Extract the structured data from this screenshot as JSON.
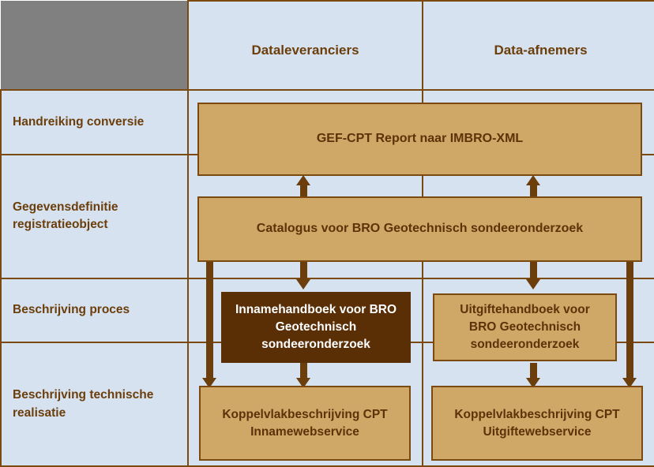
{
  "diagram": {
    "title_corner": "",
    "columns": [
      {
        "id": "dataleveranciers",
        "label": "Dataleveranciers"
      },
      {
        "id": "data-afnemers",
        "label": "Data-afnemers"
      }
    ],
    "rows": [
      {
        "id": "handreiking-conversie",
        "label": "Handreiking conversie"
      },
      {
        "id": "gegevensdefinitie-registratieobject",
        "label": "Gegevensdefinitie registratieobject"
      },
      {
        "id": "beschrijving-proces",
        "label": "Beschrijving proces"
      },
      {
        "id": "beschrijving-technische-realisatie",
        "label": "Beschrijving technische realisatie"
      }
    ],
    "boxes": [
      {
        "id": "gef-cpt-report",
        "text": "GEF-CPT Report naar IMBRO-XML",
        "style": "tan"
      },
      {
        "id": "catalogus",
        "text": "Catalogus voor BRO Geotechnisch sondeeronderzoek",
        "style": "tan"
      },
      {
        "id": "innamehandboek",
        "text": "Innamehandboek voor BRO Geotechnisch sondeeronderzoek",
        "style": "dark"
      },
      {
        "id": "uitgiftehandboek",
        "text": "Uitgiftehandboek voor BRO Geotechnisch sondeeronderzoek",
        "style": "tan"
      },
      {
        "id": "koppelvlak-inname",
        "text": "Koppelvlakbeschrijving CPT Innamewebservice",
        "style": "tan"
      },
      {
        "id": "koppelvlak-uitgifte",
        "text": "Koppelvlakbeschrijving CPT Uitgiftewebservice",
        "style": "tan"
      }
    ],
    "colors": {
      "corner": "#808080",
      "cell_background": "#d6e2ef",
      "box_tan": "#cfa767",
      "box_dark": "#5a2f06",
      "border": "#7a4a10",
      "text_brown": "#6b3e0b",
      "text_white": "#ffffff",
      "arrow": "#6b3e0b"
    }
  }
}
